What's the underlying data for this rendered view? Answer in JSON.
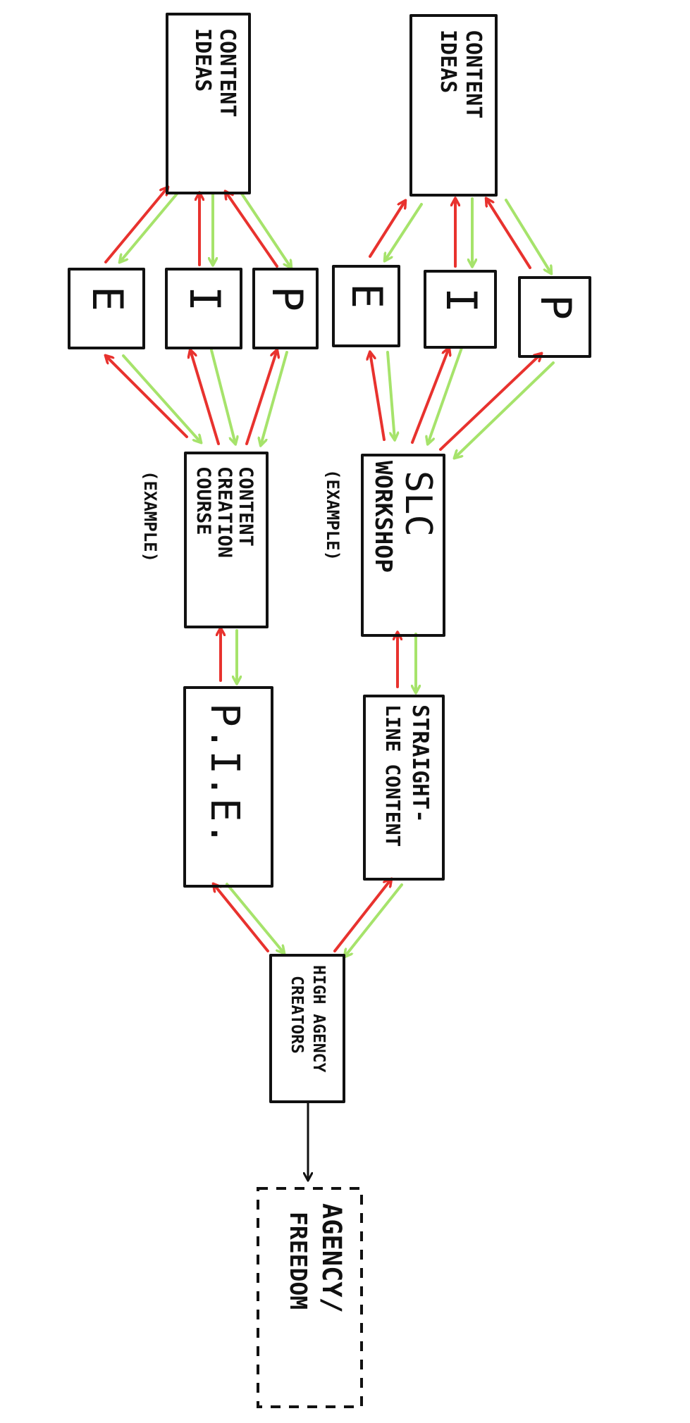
{
  "colors": {
    "ink": "#111111",
    "red": "#e8322e",
    "green": "#a6e36b",
    "paper": "#ffffff"
  },
  "nodes": {
    "content_ideas_left": {
      "lines": [
        "CONTENT",
        "IDEAS"
      ]
    },
    "content_ideas_right": {
      "lines": [
        "CONTENT",
        "IDEAS"
      ]
    },
    "e_left": "E",
    "i_left": "I",
    "p_left": "P",
    "e_right": "E",
    "i_right": "I",
    "p_right": "P",
    "content_course": {
      "lines": [
        "CONTENT",
        "CREATION",
        "COURSE"
      ]
    },
    "content_course_note": "(EXAMPLE)",
    "slc_workshop": {
      "lines": [
        "SLC",
        "WORKSHOP"
      ]
    },
    "slc_workshop_note": "(EXAMPLE)",
    "pie": "P.I.E.",
    "straight_line": {
      "lines": [
        "STRAIGHT-",
        "LINE CONTENT"
      ]
    },
    "high_agency": {
      "lines": [
        "HIGH AGENCY",
        "CREATORS"
      ]
    },
    "agency_freedom": {
      "lines": [
        "AGENCY/",
        "FREEDOM"
      ]
    }
  },
  "edges": [
    {
      "from": "high_agency",
      "to": "pie",
      "colors": [
        "red",
        "green"
      ]
    },
    {
      "from": "high_agency",
      "to": "straight_line",
      "colors": [
        "red",
        "green"
      ]
    },
    {
      "from": "pie",
      "to": "content_course",
      "colors": [
        "red",
        "green"
      ]
    },
    {
      "from": "straight_line",
      "to": "slc_workshop",
      "colors": [
        "red",
        "green"
      ]
    },
    {
      "from": "content_course",
      "to": "e_left",
      "colors": [
        "red",
        "green"
      ]
    },
    {
      "from": "content_course",
      "to": "i_left",
      "colors": [
        "red",
        "green"
      ]
    },
    {
      "from": "content_course",
      "to": "p_left",
      "colors": [
        "red",
        "green"
      ]
    },
    {
      "from": "slc_workshop",
      "to": "e_right",
      "colors": [
        "red",
        "green"
      ]
    },
    {
      "from": "slc_workshop",
      "to": "i_right",
      "colors": [
        "red",
        "green"
      ]
    },
    {
      "from": "slc_workshop",
      "to": "p_right",
      "colors": [
        "red",
        "green"
      ]
    },
    {
      "from": "e_left",
      "to": "content_ideas_left",
      "colors": [
        "red",
        "green"
      ]
    },
    {
      "from": "i_left",
      "to": "content_ideas_left",
      "colors": [
        "red",
        "green"
      ]
    },
    {
      "from": "p_left",
      "to": "content_ideas_left",
      "colors": [
        "red",
        "green"
      ]
    },
    {
      "from": "e_right",
      "to": "content_ideas_right",
      "colors": [
        "red",
        "green"
      ]
    },
    {
      "from": "i_right",
      "to": "content_ideas_right",
      "colors": [
        "red",
        "green"
      ]
    },
    {
      "from": "p_right",
      "to": "content_ideas_right",
      "colors": [
        "red",
        "green"
      ]
    },
    {
      "from": "high_agency",
      "to": "agency_freedom",
      "colors": [
        "black"
      ]
    }
  ]
}
